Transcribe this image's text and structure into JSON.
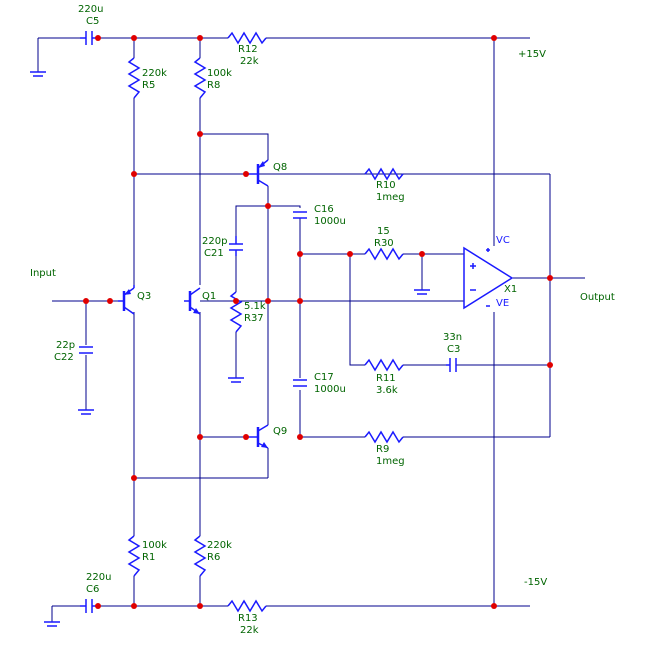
{
  "labels": {
    "c5_value": "220u",
    "c5_name": "C5",
    "r12_name": "R12",
    "r12_value": "22k",
    "r5_value": "220k",
    "r5_name": "R5",
    "r8_value": "100k",
    "r8_name": "R8",
    "plus_rail": "+15V",
    "q8": "Q8",
    "r10_name": "R10",
    "r10_value": "1meg",
    "c16_name": "C16",
    "c16_value": "1000u",
    "c21_value": "220p",
    "c21_name": "C21",
    "r30_value": "15",
    "r30_name": "R30",
    "vc": "VC",
    "x1": "X1",
    "ve": "VE",
    "input": "Input",
    "output": "Output",
    "q3": "Q3",
    "q1": "Q1",
    "r37_value": "5.1k",
    "r37_name": "R37",
    "c22_value": "22p",
    "c22_name": "C22",
    "c3_value": "33n",
    "c3_name": "C3",
    "c17_name": "C17",
    "c17_value": "1000u",
    "r11_name": "R11",
    "r11_value": "3.6k",
    "q9": "Q9",
    "r9_name": "R9",
    "r9_value": "1meg",
    "r1_value": "100k",
    "r1_name": "R1",
    "r6_value": "220k",
    "r6_name": "R6",
    "c6_value": "220u",
    "c6_name": "C6",
    "minus_rail": "-15V",
    "r13_name": "R13",
    "r13_value": "22k"
  },
  "colors": {
    "wire": "#00008c",
    "device": "#1a1aff",
    "label": "#006400",
    "node": "#e00000"
  }
}
